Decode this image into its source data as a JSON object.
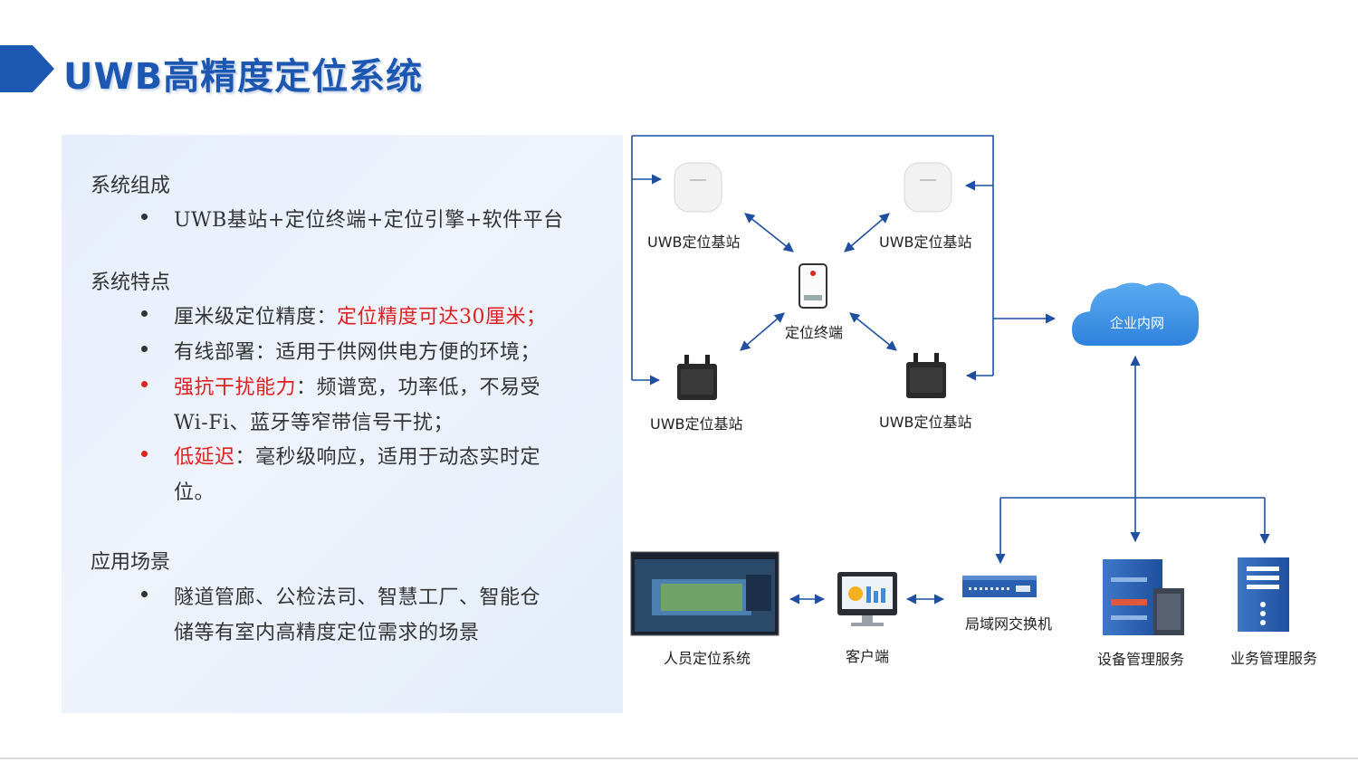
{
  "title": "UWB高精度定位系统",
  "sections": {
    "composition": {
      "title": "系统组成",
      "bullet": "UWB基站+定位终端+定位引擎+软件平台"
    },
    "features": {
      "title": "系统特点",
      "item1_label": "厘米级定位精度：",
      "item1_highlight": "定位精度可达30厘米；",
      "item2": "有线部署：适用于供网供电方便的环境；",
      "item3_label": "强抗干扰能力",
      "item3_text": "：频谱宽，功率低，不易受",
      "item3_text2": "Wi-Fi、蓝牙等窄带信号干扰；",
      "item4_label": "低延迟",
      "item4_text": "：毫秒级响应，适用于动态实时定",
      "item4_text2": "位。"
    },
    "scenes": {
      "title": "应用场景",
      "line1": "隧道管廊、公检法司、智慧工厂、智能仓",
      "line2": "储等有室内高精度定位需求的场景"
    }
  },
  "diagram": {
    "station_tl": "UWB定位基站",
    "station_tr": "UWB定位基站",
    "station_bl": "UWB定位基站",
    "station_br": "UWB定位基站",
    "terminal": "定位终端",
    "cloud": "企业内网",
    "personnel_system": "人员定位系统",
    "client": "客户端",
    "switch": "局域网交换机",
    "device_service": "设备管理服务",
    "business_service": "业务管理服务",
    "line_color": "#1f4fa0",
    "cloud_color": "#3d93e6"
  }
}
